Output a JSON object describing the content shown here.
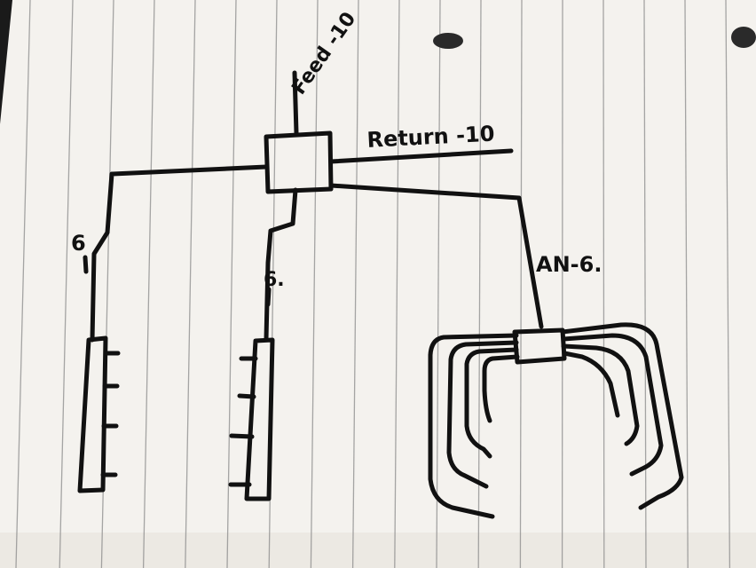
{
  "diagram": {
    "labels": {
      "feed": "Feed -10",
      "return": "Return -10",
      "left_line": "6",
      "middle_line": "6.",
      "right_line": "AN-6."
    },
    "colors": {
      "paper": "#f4f2ee",
      "rule_line": "#8a8a8a",
      "margin_line": "#a9a9a9",
      "ink": "#111111",
      "background": "#1a1a1a"
    }
  }
}
